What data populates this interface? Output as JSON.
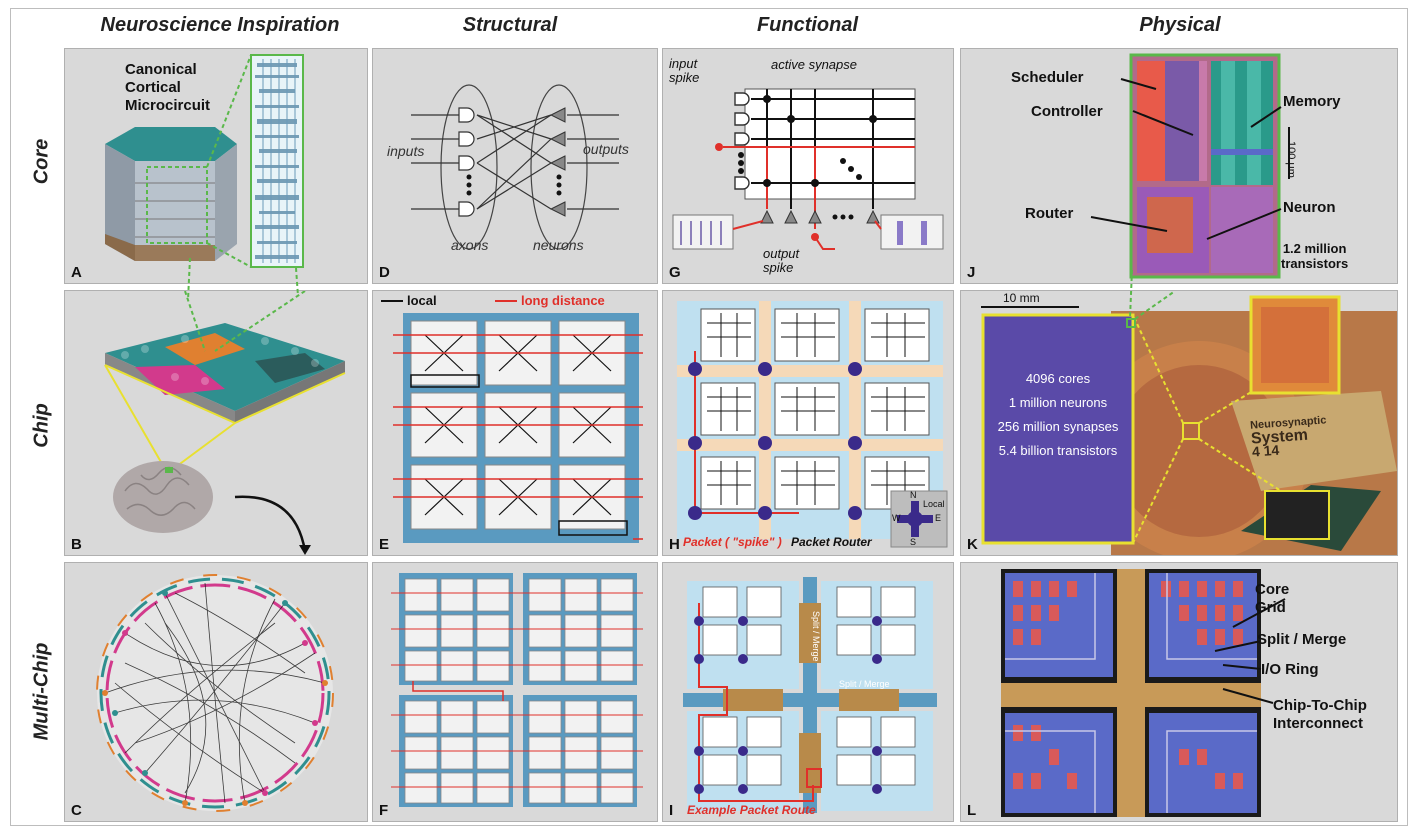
{
  "columns": {
    "neuroscience": "Neuroscience Inspiration",
    "structural": "Structural",
    "functional": "Functional",
    "physical": "Physical"
  },
  "rows": {
    "core": "Core",
    "chip": "Chip",
    "multichip": "Multi-Chip"
  },
  "panels": {
    "A": {
      "label": "A",
      "title_line1": "Canonical",
      "title_line2": "Cortical",
      "title_line3": "Microcircuit"
    },
    "B": {
      "label": "B"
    },
    "C": {
      "label": "C"
    },
    "D": {
      "label": "D",
      "inputs": "inputs",
      "outputs": "outputs",
      "axons": "axons",
      "neurons": "neurons"
    },
    "E": {
      "label": "E",
      "local": "local",
      "long_distance": "long distance"
    },
    "F": {
      "label": "F"
    },
    "G": {
      "label": "G",
      "input_spike_1": "input",
      "input_spike_2": "spike",
      "active_synapse": "active synapse",
      "output_spike_1": "output",
      "output_spike_2": "spike"
    },
    "H": {
      "label": "H",
      "packet": "Packet ( \"spike\" )",
      "router": "Packet Router",
      "n": "N",
      "s": "S",
      "w": "W",
      "e": "E",
      "local": "Local"
    },
    "I": {
      "label": "I",
      "route": "Example Packet Route",
      "split_merge": "Split / Merge",
      "split_merge_v": "Split / Merge"
    },
    "J": {
      "label": "J",
      "scheduler": "Scheduler",
      "controller": "Controller",
      "memory": "Memory",
      "router": "Router",
      "neuron": "Neuron",
      "scale": "100 μm",
      "transistors_1": "1.2 million",
      "transistors_2": "transistors"
    },
    "K": {
      "label": "K",
      "scale": "10 mm",
      "cores": "4096 cores",
      "neurons": "1 million neurons",
      "synapses": "256 million synapses",
      "transistors": "5.4 billion transistors",
      "chip_text_1": "Neurosynaptic",
      "chip_text_2": "System",
      "chip_text_3": "4 14"
    },
    "L": {
      "label": "L",
      "core_grid_1": "Core",
      "core_grid_2": "Grid",
      "split_merge": "Split / Merge",
      "io_ring": "I/O Ring",
      "c2c_1": "Chip-To-Chip",
      "c2c_2": "Interconnect"
    }
  },
  "colors": {
    "panel_bg": "#d9d9d9",
    "red": "#e0302a",
    "teal": "#2f8f8f",
    "magenta": "#d23a8c",
    "orange": "#e08030",
    "blue_purple": "#5b4aa8",
    "light_blue": "#a8d4ea",
    "yellow": "#e8e030",
    "green_dash": "#5ab84a"
  }
}
